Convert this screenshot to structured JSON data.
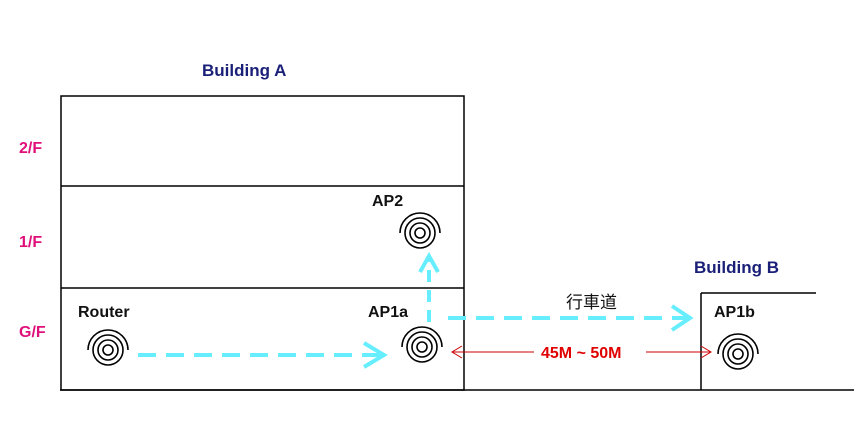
{
  "buildings": {
    "a": {
      "label": "Building A",
      "floors": [
        "2/F",
        "1/F",
        "G/F"
      ]
    },
    "b": {
      "label": "Building B"
    }
  },
  "devices": {
    "router": "Router",
    "ap1a": "AP1a",
    "ap2": "AP2",
    "ap1b": "AP1b"
  },
  "link": {
    "road_label": "行車道",
    "distance": "45M ~ 50M"
  },
  "colors": {
    "wireless_link": "#66eeff",
    "distance": "#e00000",
    "floor_labels": "#e0107a",
    "building_titles": "#1a1f78"
  },
  "icons": {
    "access_point": "wifi-signal-icon"
  }
}
